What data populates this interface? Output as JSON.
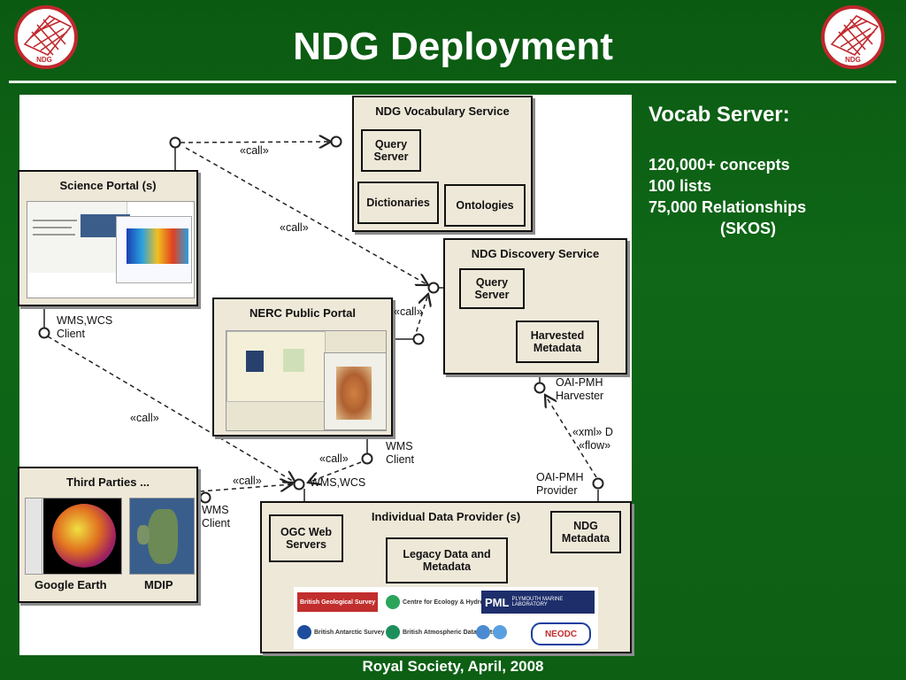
{
  "title": "NDG Deployment",
  "logo_text": "NDG",
  "side": {
    "heading": "Vocab  Server:",
    "lines": [
      "120,000+ concepts",
      "100 lists",
      "75,000 Relationships",
      "(SKOS)"
    ]
  },
  "footer": "Royal Society, April, 2008",
  "diagram": {
    "vocab_service": "NDG Vocabulary Service",
    "vocab_query": "Query Server",
    "dictionaries": "Dictionaries",
    "ontologies": "Ontologies",
    "science_portal": "Science Portal (s)",
    "discovery_service": "NDG Discovery Service",
    "discovery_query": "Query Server",
    "harvested": "Harvested Metadata",
    "nerc_portal": "NERC Public Portal",
    "third_parties": "Third Parties ...",
    "google_earth": "Google Earth",
    "mdip": "MDIP",
    "provider": "Individual Data Provider (s)",
    "ogc": "OGC Web Servers",
    "legacy": "Legacy Data and Metadata",
    "ndg_metadata": "NDG Metadata",
    "call1": "«call»",
    "call2": "«call»",
    "call3": "«call»",
    "call4": "«call»",
    "call5": "«call»",
    "call6": "«call»",
    "wmswcs_client": "WMS,WCS",
    "client": "Client",
    "wms": "WMS",
    "client2": "Client",
    "wms3": "WMS",
    "client3": "Client",
    "wmswcs": "WMS,WCS",
    "oai_harvester": "OAI-PMH",
    "harvester": "Harvester",
    "xml": "«xml» D",
    "flow": "«flow»",
    "oai_provider": "OAI-PMH",
    "provider_lbl": "Provider",
    "org_bgs": "British Geological Survey",
    "org_ceh": "Centre for Ecology & Hydrology",
    "org_pml": "PML",
    "org_pml_full": "PLYMOUTH MARINE LABORATORY",
    "org_bas": "British Antarctic Survey",
    "org_badc": "British Atmospheric Data Centre",
    "org_neodc": "NEODC"
  },
  "colors": {
    "background": "#0d5f14",
    "box_fill": "#eee8d8",
    "text": "#ffffff"
  }
}
